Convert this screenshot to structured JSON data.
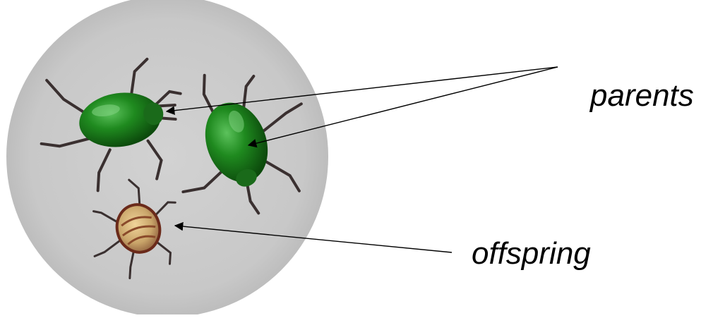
{
  "labels": {
    "parents": "parents",
    "offspring": "offspring"
  },
  "colors": {
    "dish": "#cbcbcb",
    "parent_beetle": "#1f7a1f",
    "parent_beetle_highlight": "#4fb34f",
    "offspring_beetle": "#c9a56a",
    "offspring_outline": "#6b2a1a",
    "legs": "#3a3030",
    "arrow": "#000000"
  },
  "items": [
    {
      "name": "parent-beetle-left",
      "kind": "parent"
    },
    {
      "name": "parent-beetle-right",
      "kind": "parent"
    },
    {
      "name": "offspring-beetle",
      "kind": "offspring"
    }
  ]
}
